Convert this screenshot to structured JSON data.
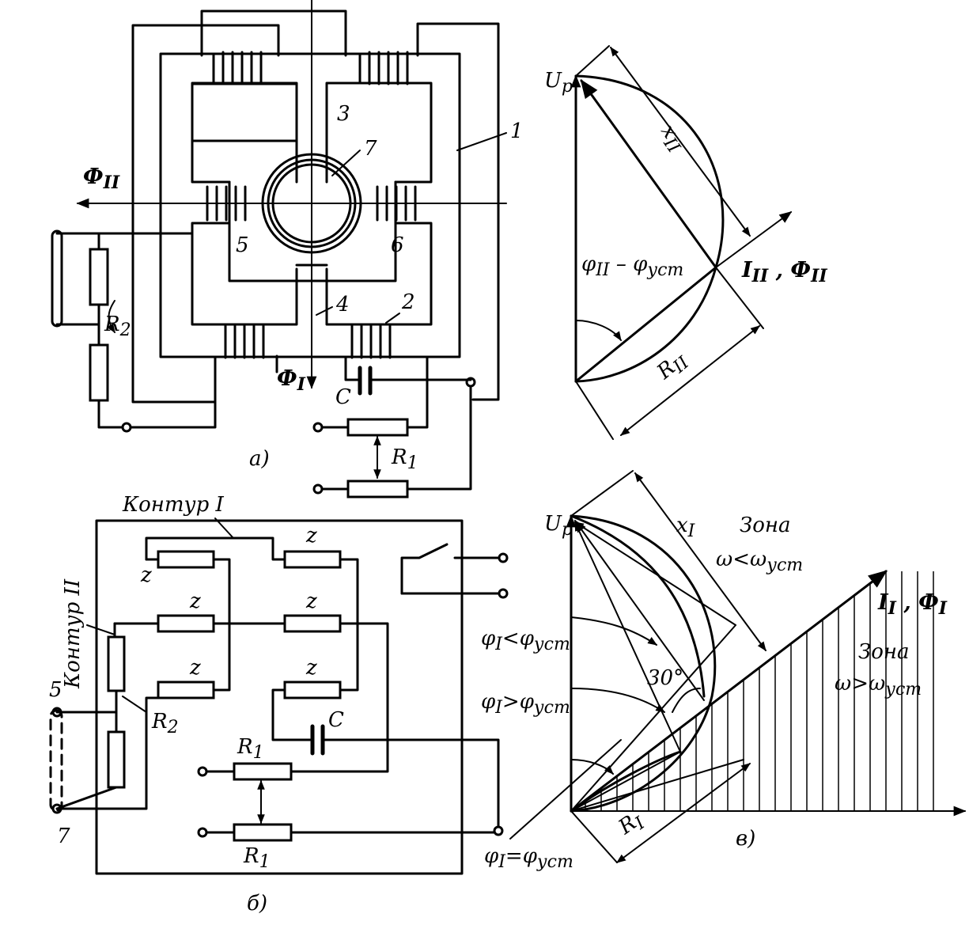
{
  "diagram_a": {
    "caption": "а)",
    "labels": {
      "part1": "1",
      "part2": "2",
      "part3": "3",
      "part4": "4",
      "part5": "5",
      "part6": "6",
      "part7": "7",
      "flux2": "Ф",
      "flux2_sub": "II",
      "flux1": "Ф",
      "flux1_sub": "I",
      "cap": "C",
      "r1": "R",
      "r1_sub": "1",
      "r2": "R",
      "r2_sub": "2"
    }
  },
  "diagram_b": {
    "caption": "б)",
    "labels": {
      "contour1": "Контур I",
      "contour2": "Контур II",
      "z": "z",
      "cap": "C",
      "r1": "R",
      "r1_sub": "1",
      "r2": "R",
      "r2_sub": "2",
      "term5": "5",
      "term7": "7"
    }
  },
  "diagram_top_right": {
    "labels": {
      "up": "U",
      "up_sub": "p",
      "x2": "x",
      "x2_sub": "II",
      "r2": "R",
      "r2_sub": "II",
      "phi_eq": "φ",
      "phi_eq_sub1": "II",
      "phi_eq_mid": " – φ",
      "phi_eq_sub2": "уст",
      "i2": "I",
      "i2_sub": "II",
      "i2_rest": " , Ф",
      "i2_sub2": "II"
    }
  },
  "diagram_v": {
    "caption": "в)",
    "labels": {
      "up": "U",
      "up_sub": "p",
      "x1": "x",
      "x1_sub": "I",
      "zone_upper_title": "Зона",
      "zone_upper_cond": "ω<ω",
      "zone_upper_sub": "уст",
      "zone_lower_title": "Зона",
      "zone_lower_cond": "ω>ω",
      "zone_lower_sub": "уст",
      "i1": "I",
      "i1_sub": "I",
      "i1_rest": " , Ф",
      "i1_sub2": "I",
      "phi_less": "φ",
      "phi_less_sub1": "I",
      "phi_less_mid": "<φ",
      "phi_less_sub2": "уст",
      "phi_greater": "φ",
      "phi_greater_sub1": "I",
      "phi_greater_mid": ">φ",
      "phi_greater_sub2": "уст",
      "phi_equal": "φ",
      "phi_equal_sub1": "I",
      "phi_equal_mid": "=φ",
      "phi_equal_sub2": "уст",
      "angle": "30°",
      "r1": "R",
      "r1_sub": "I"
    }
  }
}
